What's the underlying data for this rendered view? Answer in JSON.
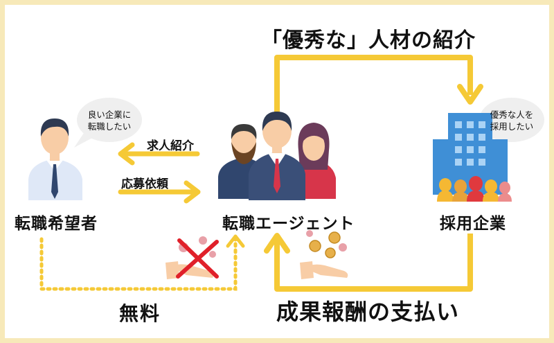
{
  "title_top": "「優秀な」人材の紹介",
  "title_bottom": "成果報酬の支払い",
  "label_free": "無料",
  "nodes": {
    "seeker": "転職希望者",
    "agent": "転職エージェント",
    "company": "採用企業"
  },
  "arrows": {
    "job_intro": "求人紹介",
    "application": "応募依頼"
  },
  "bubbles": {
    "seeker": [
      "良い企業に",
      "転職したい"
    ],
    "company": [
      "優秀な人を",
      "採用したい"
    ]
  },
  "colors": {
    "frame": "#f7e9b9",
    "arrow": "#f5c936",
    "suit": "#30466e",
    "skin": "#f8cda6",
    "hair": "#2e3a52",
    "building": "#3f8fd6",
    "cross": "#e0202a"
  }
}
